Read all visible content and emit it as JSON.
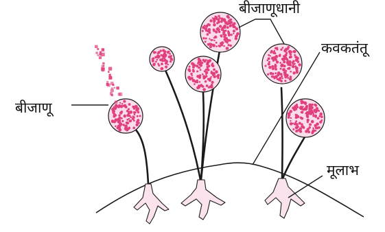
{
  "labels": {
    "sporangium": "बीजाणूधानी",
    "hypha": "कवकतंतू",
    "spores": "बीजाणू",
    "rhizoids": "मूलाभ"
  },
  "colors": {
    "sporangium_fill": "#fbdcea",
    "spore_dot": "#e0407e",
    "stroke": "#1a1a1a",
    "rhizoid_fill": "#fbe3ee",
    "background": "#ffffff"
  },
  "icons": [
    "sporangium-head",
    "stalk",
    "rhizoid",
    "spore-dot",
    "hypha-line"
  ]
}
